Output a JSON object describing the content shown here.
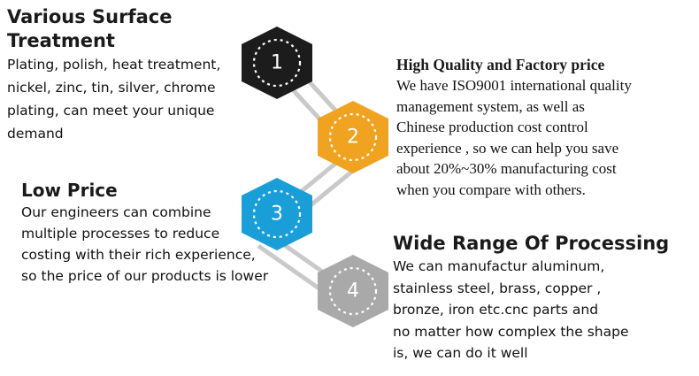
{
  "steps": [
    {
      "number": "1",
      "color": "#1c1c1c",
      "title": "Various Surface Treatment",
      "lines": [
        "Plating, polish, heat treatment,",
        "nickel, zinc, tin, silver, chrome",
        "plating, can meet your unique",
        "demand"
      ]
    },
    {
      "number": "2",
      "color": "#efa320",
      "title": "High Quality and Factory price",
      "lines": [
        "We have ISO9001 international quality",
        "management system, as well as",
        "Chinese production cost control",
        "experience , so we can help you save",
        "about 20%~30% manufacturing cost",
        "when you compare with others."
      ]
    },
    {
      "number": "3",
      "color": "#1a9ed8",
      "title": "Low Price",
      "lines": [
        "Our engineers can combine",
        "multiple processes to reduce",
        "costing with their rich experience,",
        "so the price of our products is lower"
      ]
    },
    {
      "number": "4",
      "color": "#a9a9a9",
      "title": "Wide Range Of Processing",
      "lines": [
        "We can manufactur aluminum,",
        "stainless steel, brass, copper ,",
        "bronze, iron etc.cnc parts and",
        "no matter how complex the shape",
        " is, we can do it well"
      ]
    }
  ]
}
